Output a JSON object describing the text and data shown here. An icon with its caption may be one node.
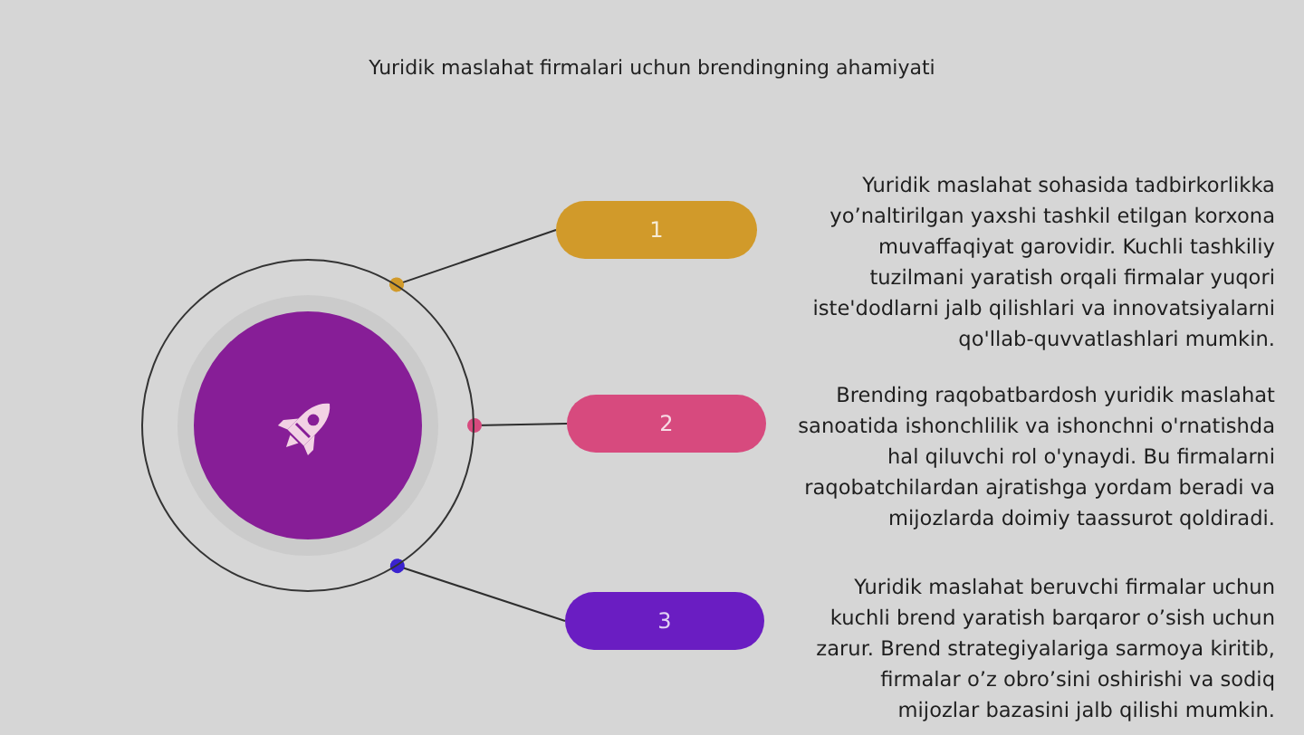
{
  "diagram": {
    "title": "Yuridik maslahat firmalari uchun brendingning ahamiyati",
    "nodes": [
      {
        "text": [],
        "shape": "circle"
      },
      {
        "text": [
          "1"
        ],
        "beside": [
          "Yuridik maslahat sohasida tadbirkorlikka yo’naltirilgan yaxshi tashkil etilgan korxona muvaffaqiyat garovidir. Kuchli tashkiliy tuzilmani yaratish orqali firmalar yuqori iste'dodlarni jalb qilishlari va innovatsiyalarni qo'llab-quvvatlashlari mumkin."
        ]
      },
      {
        "text": [
          "2"
        ],
        "beside": [
          "Brending raqobatbardosh yuridik maslahat sanoatida ishonchlilik va ishonchni o'rnatishda hal qiluvchi rol o'ynaydi. Bu firmalarni raqobatchilardan ajratishga yordam beradi va mijozlarda doimiy taassurot qoldiradi."
        ]
      },
      {
        "text": [
          "3"
        ],
        "beside": [
          "Yuridik maslahat beruvchi firmalar uchun kuchli brend yaratish barqaror o’sish uchun zarur. Brend strategiyalariga sarmoya kiritib, firmalar o’z obro’sini oshirishi va sodiq mijozlar bazasini jalb qilishi mumkin."
        ]
      }
    ],
    "edges": [
      {
        "from": 0,
        "to": 1,
        "arrow": "other"
      },
      {
        "from": 0,
        "to": 2,
        "arrow": "other"
      },
      {
        "from": 0,
        "to": 3,
        "arrow": "other"
      }
    ]
  }
}
